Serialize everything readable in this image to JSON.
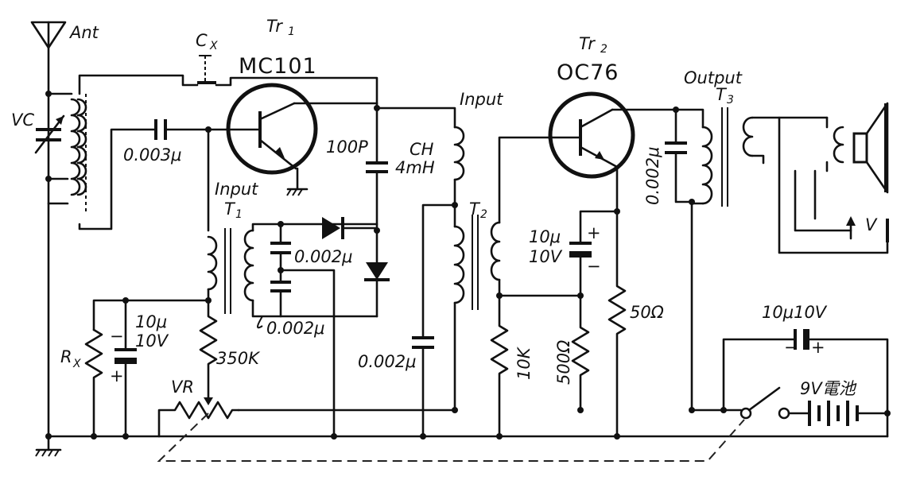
{
  "labels": {
    "ant": "Ant",
    "vc": "VC",
    "cx_main": "C",
    "cx_sub": "X",
    "tr1_main": "Tr",
    "tr1_sub": "1",
    "tr1_part": "MC101",
    "tr2_main": "Tr",
    "tr2_sub": "2",
    "tr2_part": "OC76",
    "c_0003": "0.003μ",
    "c_100p": "100P",
    "ch_name": "CH",
    "ch_value": "4mH",
    "input_t2": "Input",
    "input_t1": "Input",
    "t1_main": "T",
    "t1_sub": "1",
    "t2_main": "T",
    "t2_sub": "2",
    "output": "Output",
    "t3_main": "T",
    "t3_sub": "3",
    "c_0002_a": "0.002μ",
    "c_0002_b": "0.002μ",
    "c_0002_c": "0.002μ",
    "c_0002_d": "0.002μ",
    "cap_10u_left_1": "10μ",
    "cap_10u_left_2": "10V",
    "cap_10u_mid_1": "10μ",
    "cap_10u_mid_2": "10V",
    "cap_10u_right": "10μ10V",
    "rx_main": "R",
    "rx_sub": "X",
    "r_350k": "350K",
    "vr": "VR",
    "r_10k": "10K",
    "r_500": "500Ω",
    "r_50": "50Ω",
    "battery": "9V電池",
    "plus": "+",
    "minus": "−",
    "meter_v": "V"
  }
}
